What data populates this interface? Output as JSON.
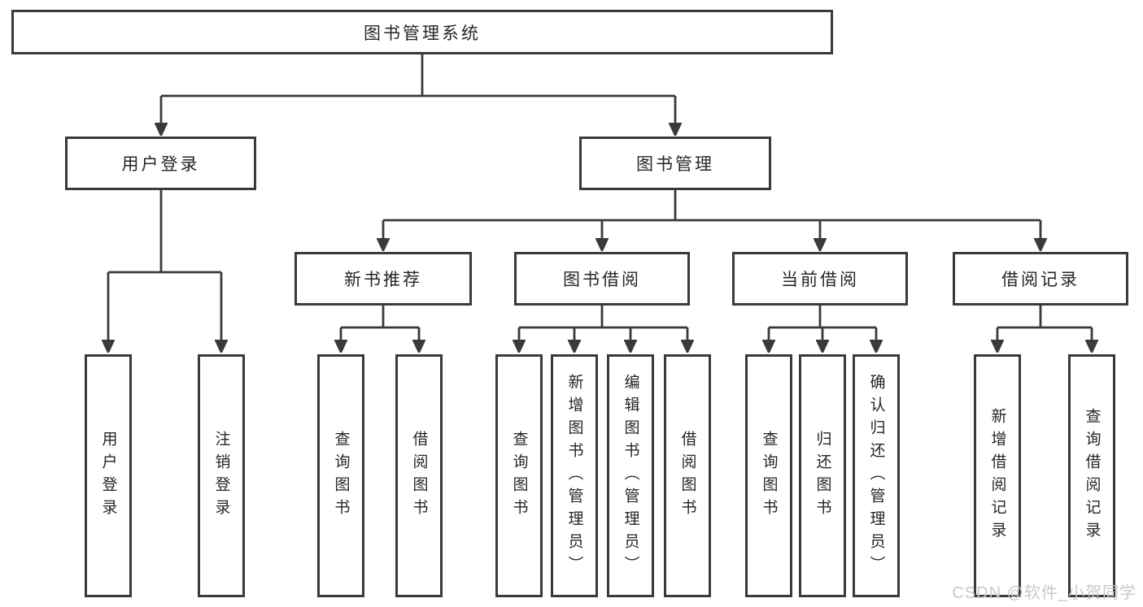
{
  "diagram": {
    "root": {
      "label": "图书管理系统"
    },
    "level2": [
      {
        "label": "用户登录"
      },
      {
        "label": "图书管理"
      }
    ],
    "level3": [
      {
        "label": "新书推荐"
      },
      {
        "label": "图书借阅"
      },
      {
        "label": "当前借阅"
      },
      {
        "label": "借阅记录"
      }
    ],
    "leaves": [
      {
        "label": "用户登录"
      },
      {
        "label": "注销登录"
      },
      {
        "label": "查询图书"
      },
      {
        "label": "借阅图书"
      },
      {
        "label": "查询图书"
      },
      {
        "label": "新增图书（管理员）"
      },
      {
        "label": "编辑图书（管理员）"
      },
      {
        "label": "借阅图书"
      },
      {
        "label": "查询图书"
      },
      {
        "label": "归还图书"
      },
      {
        "label": "确认归还（管理员）"
      },
      {
        "label": "新增借阅记录"
      },
      {
        "label": "查询借阅记录"
      }
    ],
    "watermark": "CSDN @软件_小贺同学",
    "colors": {
      "line": "#3a3a3a",
      "text": "#262626",
      "watermark": "#c9c9c9",
      "background": "#ffffff"
    }
  }
}
